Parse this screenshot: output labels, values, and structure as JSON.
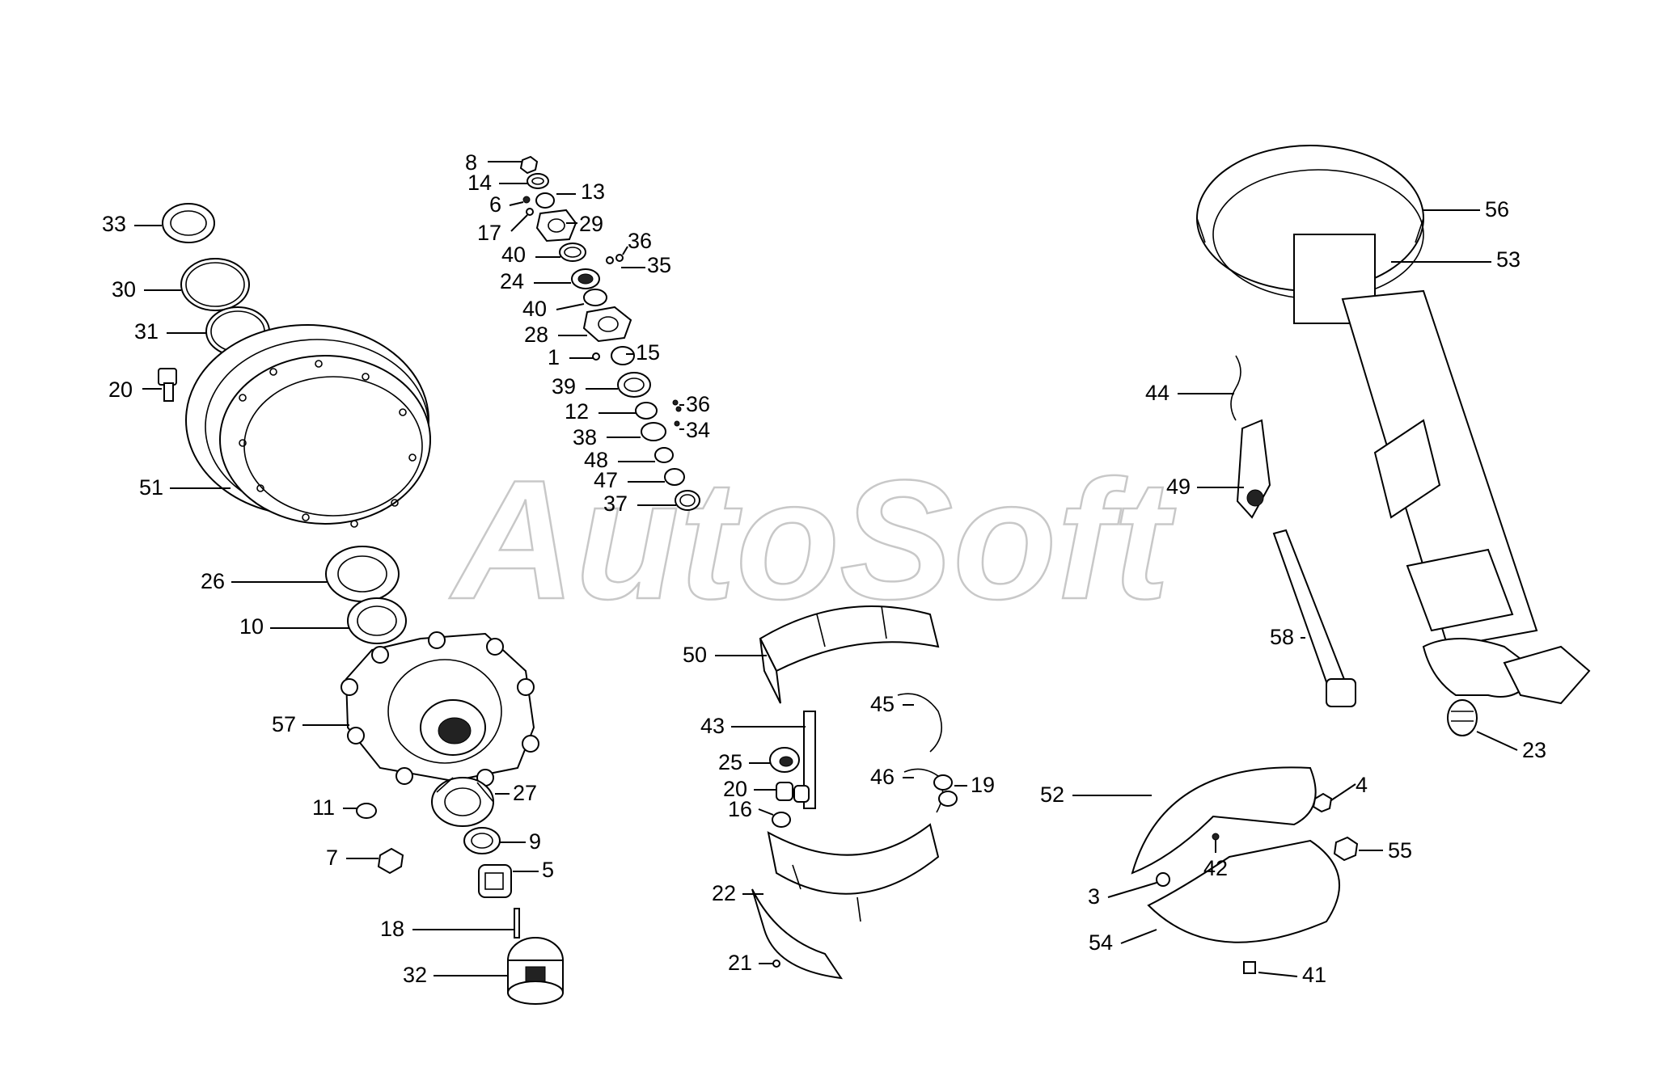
{
  "watermark": "AutoSoft",
  "callouts": [
    {
      "id": "8",
      "text": "8"
    },
    {
      "id": "14",
      "text": "14"
    },
    {
      "id": "13",
      "text": "13"
    },
    {
      "id": "6",
      "text": "6"
    },
    {
      "id": "17",
      "text": "17"
    },
    {
      "id": "29",
      "text": "29"
    },
    {
      "id": "36a",
      "text": "36"
    },
    {
      "id": "35",
      "text": "35"
    },
    {
      "id": "40a",
      "text": "40"
    },
    {
      "id": "24",
      "text": "24"
    },
    {
      "id": "40b",
      "text": "40"
    },
    {
      "id": "28",
      "text": "28"
    },
    {
      "id": "1",
      "text": "1"
    },
    {
      "id": "15",
      "text": "15"
    },
    {
      "id": "39",
      "text": "39"
    },
    {
      "id": "36b",
      "text": "36"
    },
    {
      "id": "12",
      "text": "12"
    },
    {
      "id": "34",
      "text": "34"
    },
    {
      "id": "38",
      "text": "38"
    },
    {
      "id": "48",
      "text": "48"
    },
    {
      "id": "47",
      "text": "47"
    },
    {
      "id": "37",
      "text": "37"
    },
    {
      "id": "33",
      "text": "33"
    },
    {
      "id": "30",
      "text": "30"
    },
    {
      "id": "31",
      "text": "31"
    },
    {
      "id": "20a",
      "text": "20"
    },
    {
      "id": "51",
      "text": "51"
    },
    {
      "id": "26",
      "text": "26"
    },
    {
      "id": "10",
      "text": "10"
    },
    {
      "id": "57",
      "text": "57"
    },
    {
      "id": "11",
      "text": "11"
    },
    {
      "id": "27",
      "text": "27"
    },
    {
      "id": "9",
      "text": "9"
    },
    {
      "id": "7",
      "text": "7"
    },
    {
      "id": "5",
      "text": "5"
    },
    {
      "id": "18",
      "text": "18"
    },
    {
      "id": "32",
      "text": "32"
    },
    {
      "id": "50",
      "text": "50"
    },
    {
      "id": "43",
      "text": "43"
    },
    {
      "id": "45",
      "text": "45"
    },
    {
      "id": "25",
      "text": "25"
    },
    {
      "id": "46",
      "text": "46"
    },
    {
      "id": "19",
      "text": "19"
    },
    {
      "id": "20b",
      "text": "20"
    },
    {
      "id": "16",
      "text": "16"
    },
    {
      "id": "22",
      "text": "22"
    },
    {
      "id": "21",
      "text": "21"
    },
    {
      "id": "56",
      "text": "56"
    },
    {
      "id": "53",
      "text": "53"
    },
    {
      "id": "44",
      "text": "44"
    },
    {
      "id": "49",
      "text": "49"
    },
    {
      "id": "58",
      "text": "58"
    },
    {
      "id": "23",
      "text": "23"
    },
    {
      "id": "52",
      "text": "52"
    },
    {
      "id": "4",
      "text": "4"
    },
    {
      "id": "42",
      "text": "42"
    },
    {
      "id": "55",
      "text": "55"
    },
    {
      "id": "3",
      "text": "3"
    },
    {
      "id": "54",
      "text": "54"
    },
    {
      "id": "41",
      "text": "41"
    }
  ]
}
